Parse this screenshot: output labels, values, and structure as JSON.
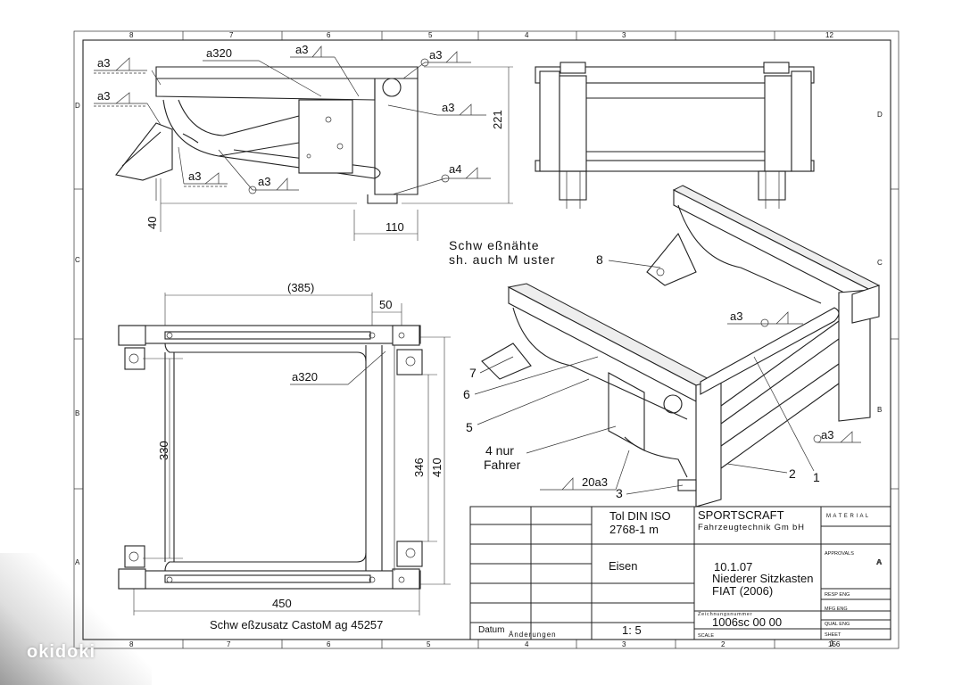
{
  "grid": {
    "top_cols": [
      "8",
      "7",
      "6",
      "5",
      "4",
      "3",
      "12"
    ],
    "bottom_cols": [
      "8",
      "7",
      "6",
      "5",
      "4",
      "3",
      "2",
      "156"
    ],
    "left_rows": [
      "D",
      "C",
      "B",
      "A"
    ],
    "right_rows": [
      "D",
      "C",
      "B",
      "A"
    ]
  },
  "welds": {
    "top_view": [
      "a3",
      "a320",
      "a3",
      "a3",
      "a3",
      "a3",
      "a3",
      "a3",
      "a4"
    ],
    "plan_view": [
      "a320"
    ],
    "iso_view": [
      "a3",
      "a3",
      "20a3"
    ]
  },
  "dimensions": {
    "top_view": [
      "221",
      "40",
      "110"
    ],
    "plan_view": [
      "(385)",
      "50",
      "330",
      "346",
      "410",
      "450"
    ]
  },
  "notes": {
    "weld_note_line1": "Schw eßnähte",
    "weld_note_line2": "sh. auch M uster",
    "weld_add": "Schw eßzusatz CastoM ag 45257"
  },
  "callouts": [
    "8",
    "7",
    "6",
    "5",
    "4 nur",
    "Fahrer",
    "3",
    "2",
    "1"
  ],
  "title_block": {
    "tolerance_1": "Tol DIN ISO",
    "tolerance_2": "2768-1 m",
    "company_1": "SPORTSCRAFT",
    "company_2": "Fahrzeugtechnik Gm bH",
    "material_label": "M A T E R I A L",
    "material_value": "Eisen",
    "date": "10.1.07",
    "title_1": "Niederer Sitzkasten",
    "title_2": "FIAT (2006)",
    "scale": "1: 5",
    "drawing_number": "1006sc 00 00",
    "datum": "Datum",
    "changes": "Änderungen",
    "approvals": "APPROVALS",
    "drg_label": "Zeichnungsnummer",
    "resp_eng": "RESP ENG",
    "mfg_eng": "MFG ENG",
    "qual_eng": "QUAL ENG",
    "sheet": "SHEET",
    "size_a": "A",
    "scale_label": "SCALE",
    "sheet_no": "1"
  },
  "watermark": "okidoki"
}
